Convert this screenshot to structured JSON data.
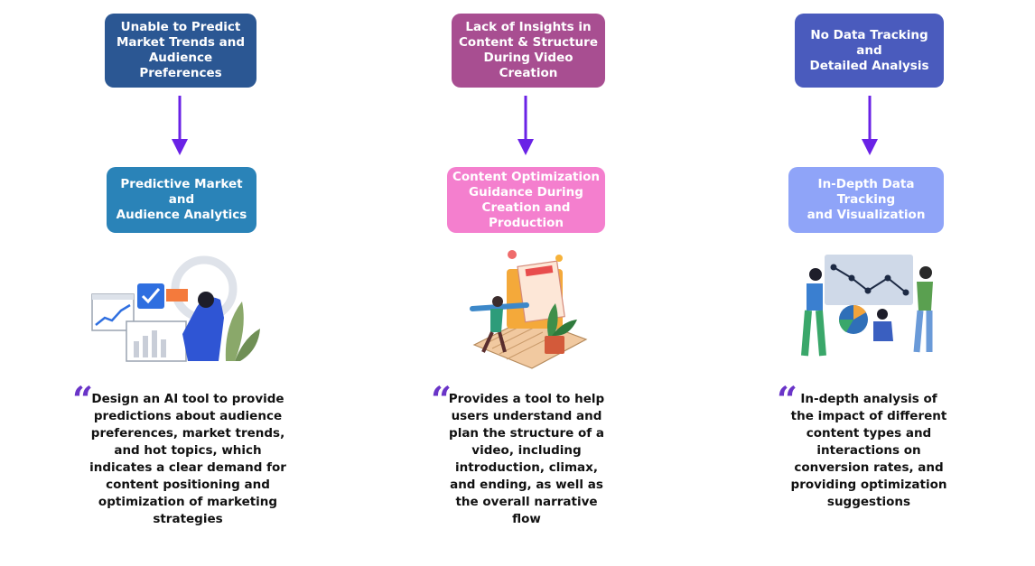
{
  "columns": [
    {
      "problem": "Unable to Predict\nMarket Trends and\nAudience Preferences",
      "solution": "Predictive Market and\nAudience Analytics",
      "description": "Design an AI tool to provide\npredictions about audience\npreferences, market trends,\nand hot topics, which\nindicates a clear demand for\ncontent positioning and\noptimization of marketing\nstrategies",
      "problem_color": "#2b5793",
      "solution_color": "#2a83b8"
    },
    {
      "problem": "Lack of Insights in\nContent & Structure\nDuring Video Creation",
      "solution": "Content Optimization\nGuidance During\nCreation and Production",
      "description": "Provides a tool to help\nusers understand and\nplan the structure of a\nvideo, including\nintroduction, climax,\nand ending, as well as\nthe overall narrative\nflow",
      "problem_color": "#a84e91",
      "solution_color": "#f47fce"
    },
    {
      "problem": "No Data Tracking and\nDetailed Analysis",
      "solution": "In-Depth Data Tracking\nand Visualization",
      "description": "In-depth analysis of\nthe impact of different\ncontent types and\ninteractions on\nconversion rates, and\nproviding optimization\nsuggestions",
      "problem_color": "#4a5bbd",
      "solution_color": "#8fa4f8"
    }
  ],
  "quote_icon": "quote-icon",
  "arrow_color": "#6a22e6"
}
